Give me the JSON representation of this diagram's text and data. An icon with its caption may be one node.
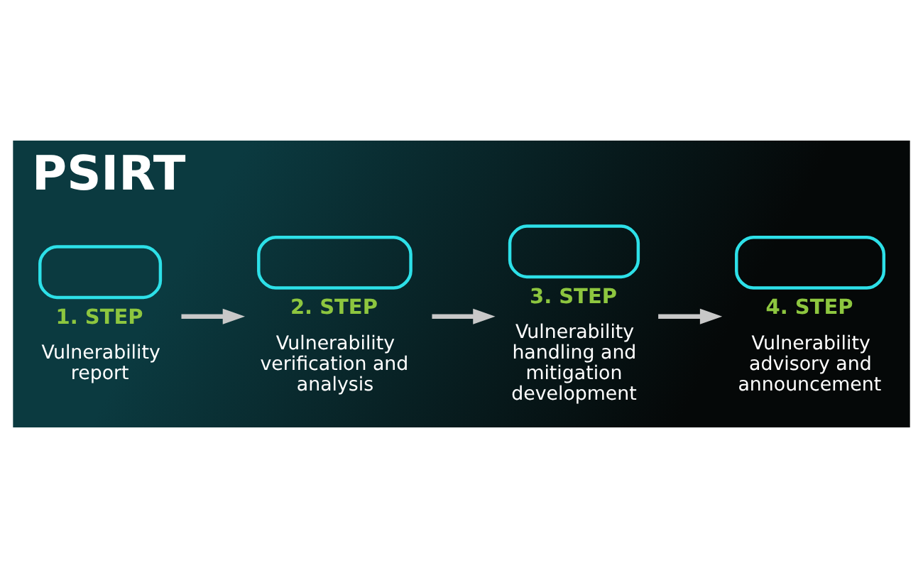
{
  "diagram": {
    "title": "PSIRT",
    "nodes": [
      {
        "text": [
          "1. STEP",
          "Vulnerability report"
        ]
      },
      {
        "text": [
          "2. STEP",
          "Vulnerability verification and analysis"
        ]
      },
      {
        "text": [
          "3. STEP",
          "Vulnerability handling and mitigation development"
        ]
      },
      {
        "text": [
          "4. STEP",
          "Vulnerability advisory and announcement"
        ]
      }
    ],
    "edges": [
      {
        "from": 0,
        "to": 1,
        "arrow": "to"
      },
      {
        "from": 1,
        "to": 2,
        "arrow": "to"
      },
      {
        "from": 2,
        "to": 3,
        "arrow": "to"
      }
    ]
  }
}
